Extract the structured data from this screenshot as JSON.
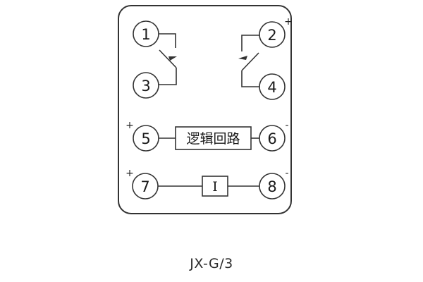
{
  "diagram": {
    "model": "JX-G/3",
    "terminals": [
      {
        "id": "1",
        "label": "1",
        "sign": ""
      },
      {
        "id": "2",
        "label": "2",
        "sign": "+"
      },
      {
        "id": "3",
        "label": "3",
        "sign": ""
      },
      {
        "id": "4",
        "label": "4",
        "sign": ""
      },
      {
        "id": "5",
        "label": "5",
        "sign": "+"
      },
      {
        "id": "6",
        "label": "6",
        "sign": "-"
      },
      {
        "id": "7",
        "label": "7",
        "sign": "+"
      },
      {
        "id": "8",
        "label": "8",
        "sign": "-"
      }
    ],
    "logic_block": {
      "label": "逻辑回路"
    },
    "current_block": {
      "label": "I"
    },
    "contacts": [
      {
        "between": [
          "1",
          "3"
        ],
        "type": "switch-contact"
      },
      {
        "between": [
          "2",
          "4"
        ],
        "type": "switch-contact"
      }
    ],
    "colors": {
      "line": "#333333",
      "background": "#ffffff"
    }
  }
}
